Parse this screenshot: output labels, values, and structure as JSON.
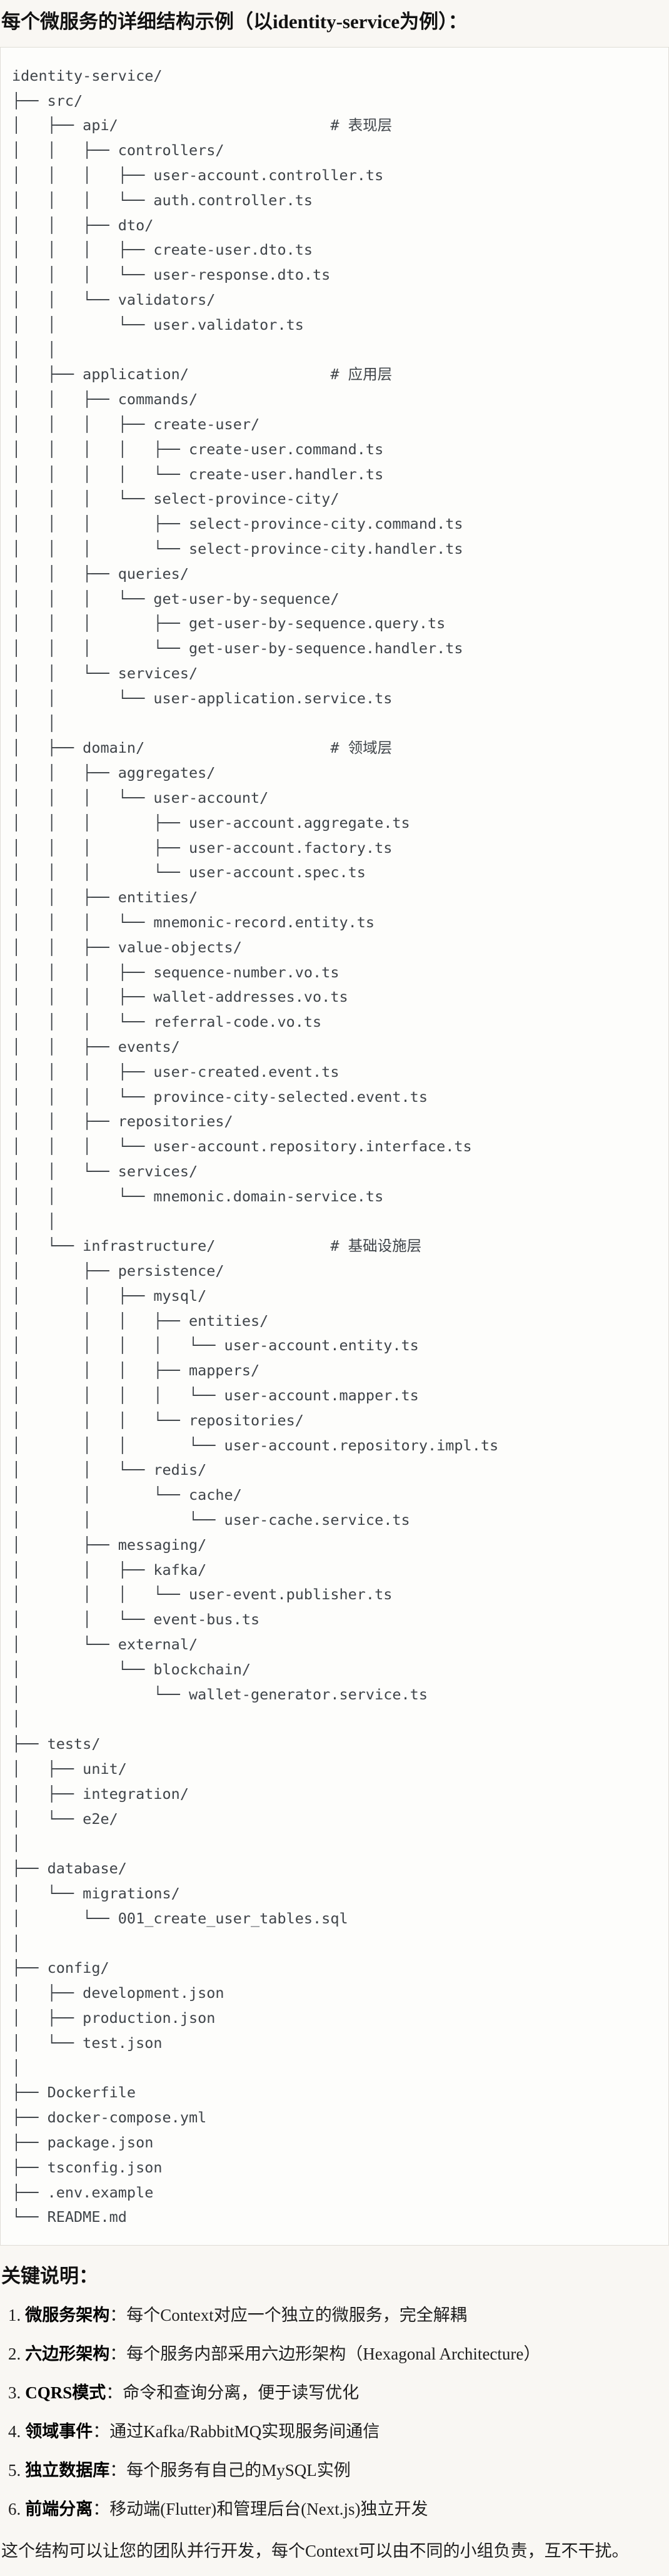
{
  "page": {
    "title": "每个微服务的详细结构示例（以identity-service为例）：",
    "notes_heading": "关键说明：",
    "closing": "这个结构可以让您的团队并行开发，每个Context可以由不同的小组负责，互不干扰。"
  },
  "colors": {
    "page_background": "#f9f7f3",
    "code_background": "#fdfdfb",
    "code_border": "#e0ddd7",
    "code_text": "#3f4449",
    "heading_text": "#121212"
  },
  "tree": {
    "root": "identity-service/",
    "layer_comments": [
      "# 表现层",
      "# 应用层",
      "# 领域层",
      "# 基础设施层"
    ],
    "lines": [
      "identity-service/",
      "├── src/",
      "│   ├── api/                        # 表现层",
      "│   │   ├── controllers/",
      "│   │   │   ├── user-account.controller.ts",
      "│   │   │   └── auth.controller.ts",
      "│   │   ├── dto/",
      "│   │   │   ├── create-user.dto.ts",
      "│   │   │   └── user-response.dto.ts",
      "│   │   └── validators/",
      "│   │       └── user.validator.ts",
      "│   │",
      "│   ├── application/                # 应用层",
      "│   │   ├── commands/",
      "│   │   │   ├── create-user/",
      "│   │   │   │   ├── create-user.command.ts",
      "│   │   │   │   └── create-user.handler.ts",
      "│   │   │   └── select-province-city/",
      "│   │   │       ├── select-province-city.command.ts",
      "│   │   │       └── select-province-city.handler.ts",
      "│   │   ├── queries/",
      "│   │   │   └── get-user-by-sequence/",
      "│   │   │       ├── get-user-by-sequence.query.ts",
      "│   │   │       └── get-user-by-sequence.handler.ts",
      "│   │   └── services/",
      "│   │       └── user-application.service.ts",
      "│   │",
      "│   ├── domain/                     # 领域层",
      "│   │   ├── aggregates/",
      "│   │   │   └── user-account/",
      "│   │   │       ├── user-account.aggregate.ts",
      "│   │   │       ├── user-account.factory.ts",
      "│   │   │       └── user-account.spec.ts",
      "│   │   ├── entities/",
      "│   │   │   └── mnemonic-record.entity.ts",
      "│   │   ├── value-objects/",
      "│   │   │   ├── sequence-number.vo.ts",
      "│   │   │   ├── wallet-addresses.vo.ts",
      "│   │   │   └── referral-code.vo.ts",
      "│   │   ├── events/",
      "│   │   │   ├── user-created.event.ts",
      "│   │   │   └── province-city-selected.event.ts",
      "│   │   ├── repositories/",
      "│   │   │   └── user-account.repository.interface.ts",
      "│   │   └── services/",
      "│   │       └── mnemonic.domain-service.ts",
      "│   │",
      "│   └── infrastructure/             # 基础设施层",
      "│       ├── persistence/",
      "│       │   ├── mysql/",
      "│       │   │   ├── entities/",
      "│       │   │   │   └── user-account.entity.ts",
      "│       │   │   ├── mappers/",
      "│       │   │   │   └── user-account.mapper.ts",
      "│       │   │   └── repositories/",
      "│       │   │       └── user-account.repository.impl.ts",
      "│       │   └── redis/",
      "│       │       └── cache/",
      "│       │           └── user-cache.service.ts",
      "│       ├── messaging/",
      "│       │   ├── kafka/",
      "│       │   │   └── user-event.publisher.ts",
      "│       │   └── event-bus.ts",
      "│       └── external/",
      "│           └── blockchain/",
      "│               └── wallet-generator.service.ts",
      "│",
      "├── tests/",
      "│   ├── unit/",
      "│   ├── integration/",
      "│   └── e2e/",
      "│",
      "├── database/",
      "│   └── migrations/",
      "│       └── 001_create_user_tables.sql",
      "│",
      "├── config/",
      "│   ├── development.json",
      "│   ├── production.json",
      "│   └── test.json",
      "│",
      "├── Dockerfile",
      "├── docker-compose.yml",
      "├── package.json",
      "├── tsconfig.json",
      "├── .env.example",
      "└── README.md"
    ]
  },
  "notes": {
    "items": [
      {
        "num": "1.",
        "label": "微服务架构",
        "text": "：每个Context对应一个独立的微服务，完全解耦"
      },
      {
        "num": "2.",
        "label": "六边形架构",
        "text": "：每个服务内部采用六边形架构（Hexagonal Architecture）"
      },
      {
        "num": "3.",
        "label": "CQRS模式",
        "text": "：命令和查询分离，便于读写优化"
      },
      {
        "num": "4.",
        "label": "领域事件",
        "text": "：通过Kafka/RabbitMQ实现服务间通信"
      },
      {
        "num": "5.",
        "label": "独立数据库",
        "text": "：每个服务有自己的MySQL实例"
      },
      {
        "num": "6.",
        "label": "前端分离",
        "text": "：移动端(Flutter)和管理后台(Next.js)独立开发"
      }
    ]
  }
}
